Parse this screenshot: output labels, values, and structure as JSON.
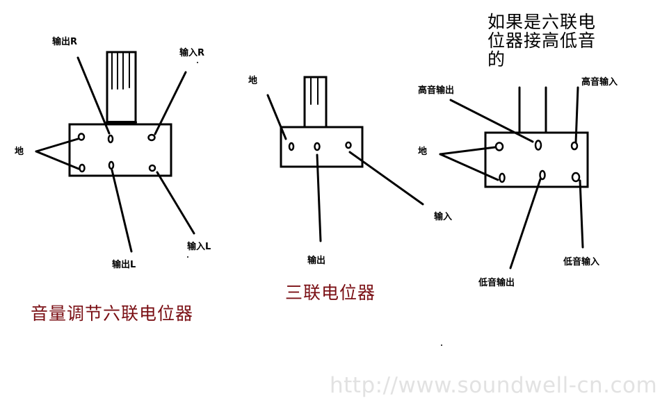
{
  "diagram": {
    "pot_six_gang": {
      "caption": "音量调节六联电位器",
      "labels": {
        "output_r": "输出R",
        "input_r": "输入R",
        "ground": "地",
        "output_l": "输出L",
        "input_l": "输入L"
      }
    },
    "pot_three_gang": {
      "caption": "三联电位器",
      "labels": {
        "ground": "地",
        "output": "输出",
        "input": "输入"
      }
    },
    "pot_six_gang_treble_bass": {
      "note": "如果是六联电位器接高低音的",
      "labels": {
        "treble_output": "高音输出",
        "treble_input": "高音输入",
        "ground": "地",
        "bass_output": "低音输出",
        "bass_input": "低音输入"
      }
    },
    "watermark": "http://www.soundwell-cn.com",
    "colors": {
      "line": "#000000",
      "caption": "#7a0f14",
      "watermark": "#e2e2e2",
      "background": "#ffffff"
    }
  }
}
